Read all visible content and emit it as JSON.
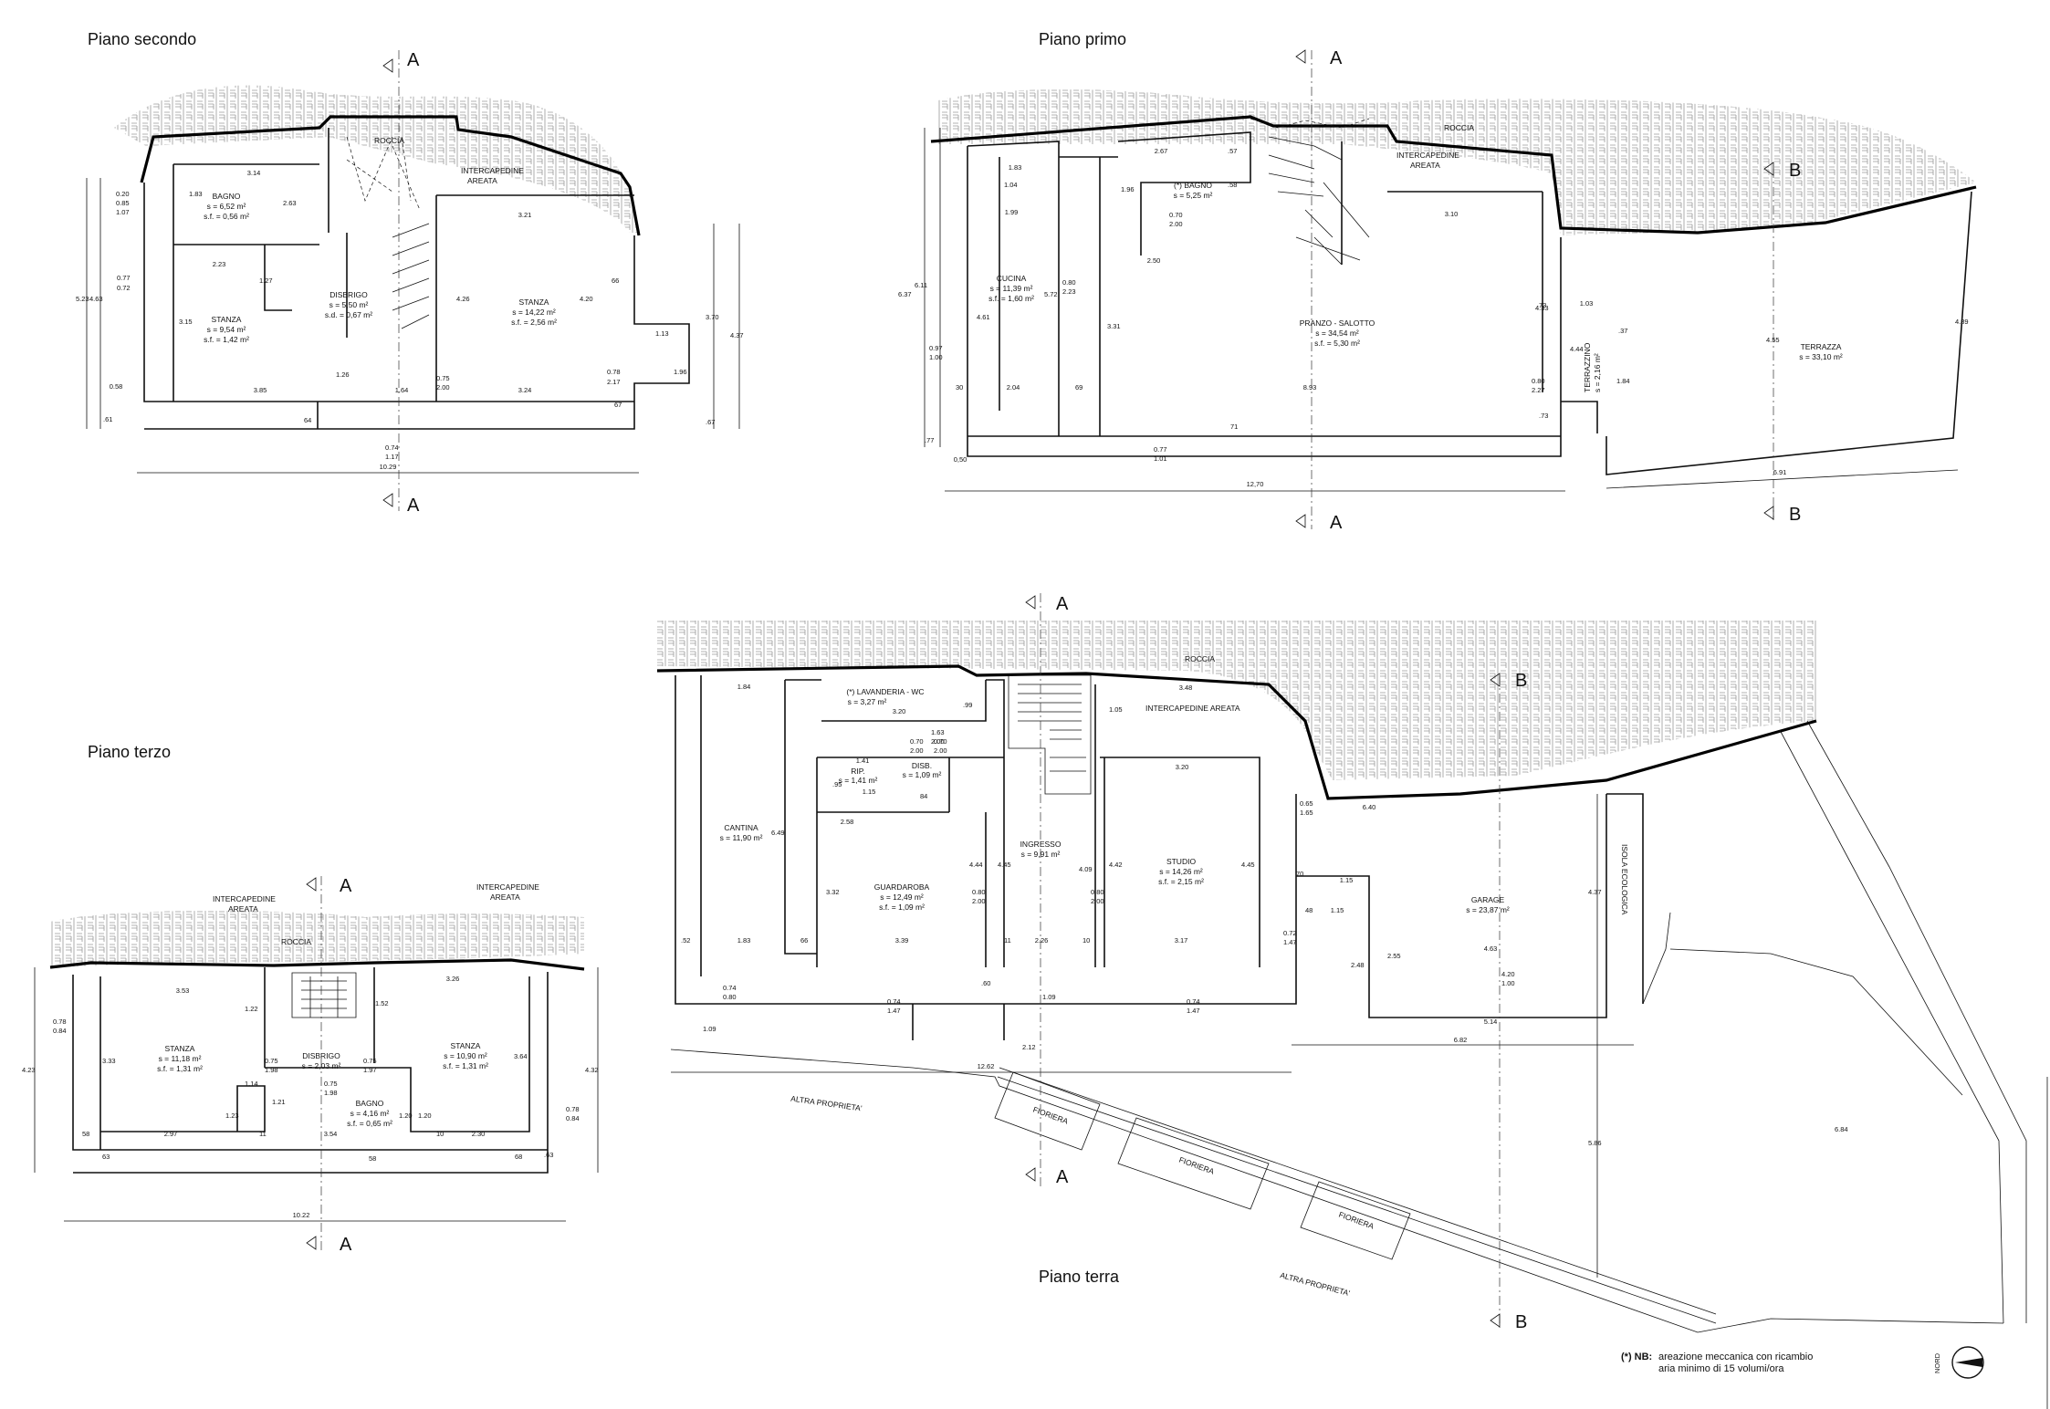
{
  "titles": {
    "second": "Piano secondo",
    "first": "Piano primo",
    "third": "Piano terzo",
    "ground": "Piano terra"
  },
  "section_marks": {
    "a": "A",
    "b": "B"
  },
  "common": {
    "roccia": "ROCCIA",
    "intercapedine": "INTERCAPEDINE",
    "areata": "AREATA",
    "intercapedine_areata": "INTERCAPEDINE AREATA",
    "altra_proprieta": "ALTRA PROPRIETA'",
    "fioriera": "FIORIERA",
    "nord": "NORD"
  },
  "second": {
    "bagno": {
      "name": "BAGNO",
      "s": "s = 6,52 m²",
      "sf": "s.f. = 0,56 m²"
    },
    "stanza_left": {
      "name": "STANZA",
      "s": "s = 9,54 m²",
      "sf": "s.f. = 1,42 m²"
    },
    "disbrigo": {
      "name": "DISBRIGO",
      "s": "s = 5,50 m²",
      "sf": "s.d. = 0,67 m²"
    },
    "stanza_right": {
      "name": "STANZA",
      "s": "s = 14,22 m²",
      "sf": "s.f. = 2,56 m²"
    },
    "dims": [
      "3.14",
      "2.23",
      "3.21",
      "3.85",
      "1.64",
      "3.24",
      "10.29",
      "0.58",
      "1.83",
      "2.63",
      "3.15",
      "1.27",
      "4.26",
      "4.20",
      "4.63",
      "5.23",
      "3.70",
      "4.37",
      "1.96",
      "1.13",
      "0.77",
      "0.72",
      "0.20",
      "0.85",
      "1.07",
      "0.78",
      "2.17",
      "0.75",
      "2.00",
      "0.74",
      "1.17",
      "66",
      "67",
      "64",
      "1.26",
      ".67",
      ".61"
    ]
  },
  "first": {
    "bagno": {
      "name": "(*) BAGNO",
      "s": "s = 5,25 m²"
    },
    "cucina": {
      "name": "CUCINA",
      "s": "s = 11,39 m²",
      "sf": "s.f. = 1,60 m²"
    },
    "pranzo": {
      "name": "PRANZO - SALOTTO",
      "s": "s = 34,54 m²",
      "sf": "s.f. = 5,30 m²"
    },
    "terrazza": {
      "name": "TERRAZZA",
      "s": "s = 33,10 m²"
    },
    "terrazzino": {
      "name": "TERRAZZINO",
      "s": "s = 2,16 m²"
    },
    "dims": [
      "1.83",
      "2.67",
      "1.99",
      "2.50",
      "3.10",
      "2.04",
      "8.93",
      "12,70",
      "0,50",
      "6.91",
      "1.03",
      "6.37",
      "6.11",
      "4.61",
      "5.72",
      "3.31",
      "4.33",
      "4.55",
      "4.89",
      "1.84",
      "4.44",
      "0.97",
      "1.00",
      "0.70",
      "2.00",
      "0.80",
      "2.23",
      "0.80",
      "2.27",
      "0.77",
      "1.01",
      "1.04",
      "1.96",
      "69",
      "30",
      "71",
      "73",
      ".73",
      ".77",
      ".37",
      ".58",
      ".57"
    ]
  },
  "third": {
    "stanza_left": {
      "name": "STANZA",
      "s": "s = 11,18 m²",
      "sf": "s.f. = 1,31 m²"
    },
    "disbrigo": {
      "name": "DISBRIGO",
      "s": "s = 2,03 m²"
    },
    "bagno": {
      "name": "BAGNO",
      "s": "s = 4,16 m²",
      "sf": "s.f. = 0,65 m²"
    },
    "stanza_right": {
      "name": "STANZA",
      "s": "s = 10,90 m²",
      "sf": "s.f. = 1,31 m²"
    },
    "dims": [
      "3.53",
      "3.26",
      "2.97",
      "3.54",
      "2.30",
      "10.22",
      "4.23",
      "4.32",
      "3.33",
      "3.64",
      "1.22",
      "1.52",
      "1.21",
      "1.23",
      "1.14",
      "1.20",
      "1.20",
      "0.75",
      "1.98",
      "0.75",
      "1.97",
      "0.75",
      "1.98",
      "0.78",
      "0.84",
      "0.78",
      "0.84",
      "58",
      "11",
      "10",
      "63",
      "68",
      "58",
      ".63"
    ]
  },
  "ground": {
    "lavanderia": {
      "name": "(*) LAVANDERIA - WC",
      "s": "s = 3,27 m²"
    },
    "cantina": {
      "name": "CANTINA",
      "s": "s = 11,90 m²"
    },
    "rip": {
      "name": "RIP.",
      "s": "s = 1,41 m²"
    },
    "disb": {
      "name": "DISB.",
      "s": "s = 1,09 m²"
    },
    "guardaroba": {
      "name": "GUARDAROBA",
      "s": "s = 12,49 m²",
      "sf": "s.f. = 1,09 m²"
    },
    "ingresso": {
      "name": "INGRESSO",
      "s": "s = 9,91 m²"
    },
    "studio": {
      "name": "STUDIO",
      "s": "s = 14,26 m²",
      "sf": "s.f. = 2,15 m²"
    },
    "garage": {
      "name": "GARAGE",
      "s": "s = 23,87 m²"
    },
    "isola": "ISOLA ECOLOGICA",
    "dims": [
      "1.84",
      "3.20",
      "3.48",
      "3.20",
      "1.41",
      "1.15",
      "2.58",
      "1.83",
      "3.39",
      "2.26",
      "3.17",
      "12.62",
      "6.40",
      "1.15",
      "1.15",
      "4.63",
      "5.14",
      "6.82",
      "6.49",
      "4.44",
      "4.45",
      "4.09",
      "4.42",
      "4.45",
      "3.32",
      "4.37",
      "2.48",
      "2.55",
      "5.86",
      "6.84",
      "2.12",
      "1.09",
      ".52",
      "66",
      "11",
      "10",
      ".60",
      "70",
      "48",
      ".99",
      "1.05",
      ".95",
      "0.80",
      "2.00",
      "0.80",
      "2.00",
      "0.74",
      "1.47",
      "0.74",
      "1.47",
      "0.65",
      "1.65",
      "0.72",
      "1.47",
      "0.70",
      "2.00",
      "0.70",
      "2.00",
      "4.20",
      "1.00",
      "84",
      "1.63",
      "2.00",
      "0.74",
      "0.80",
      "1.09"
    ]
  },
  "note": {
    "label": "(*) NB:",
    "line1": "areazione meccanica con ricambio",
    "line2": "aria minimo di 15 volumi/ora"
  }
}
